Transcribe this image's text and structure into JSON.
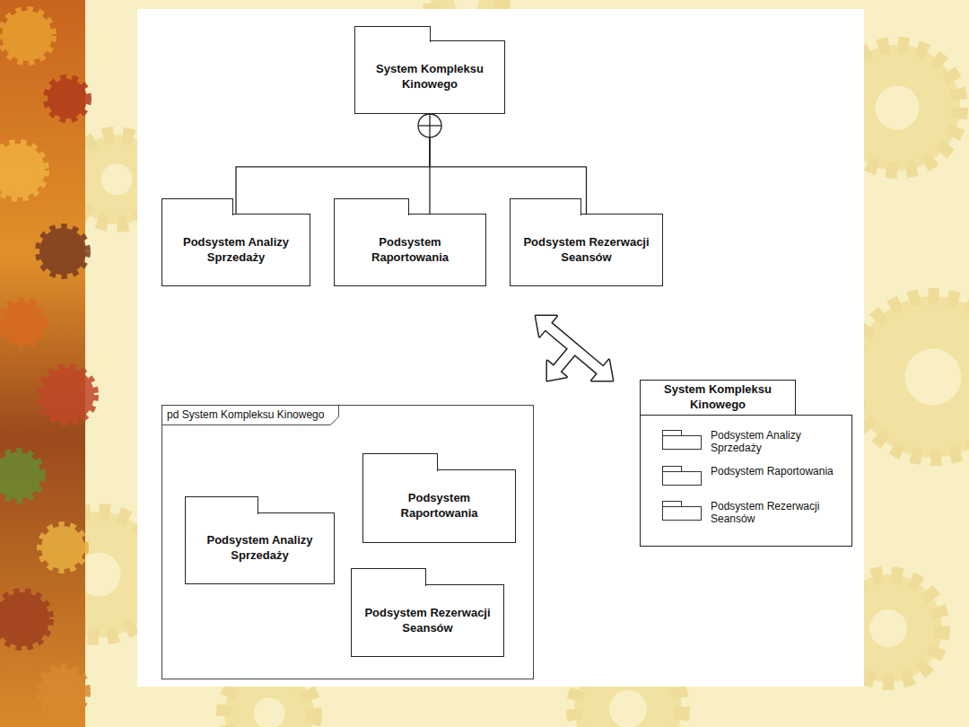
{
  "diagram": {
    "nodes": [
      {
        "text": [
          "System Kompleksu Kinowego"
        ]
      },
      {
        "text": [
          "Podsystem Analizy Sprzedaży"
        ]
      },
      {
        "text": [
          "Podsystem Raportowania"
        ]
      },
      {
        "text": [
          "Podsystem Rezerwacji Seansów"
        ]
      },
      {
        "text": [
          "pd System Kompleksu Kinowego"
        ]
      },
      {
        "text": [
          "Podsystem Analizy Sprzedaży"
        ],
        "in": 4
      },
      {
        "text": [
          "Podsystem Raportowania"
        ],
        "in": 4
      },
      {
        "text": [
          "Podsystem Rezerwacji Seansów"
        ],
        "in": 4
      },
      {
        "text": [
          "System Kompleksu Kinowego"
        ]
      },
      {
        "text": [
          "Podsystem Analizy Sprzedaży"
        ],
        "in": 8
      },
      {
        "text": [
          "Podsystem Raportowania"
        ],
        "in": 8
      },
      {
        "text": [
          "Podsystem Rezerwacji Seansów"
        ],
        "in": 8
      }
    ],
    "edges": [
      {
        "from": 0,
        "to": 1,
        "arrow": "none"
      },
      {
        "from": 0,
        "to": 2,
        "arrow": "none"
      },
      {
        "from": 0,
        "to": 3,
        "arrow": "none"
      }
    ]
  }
}
